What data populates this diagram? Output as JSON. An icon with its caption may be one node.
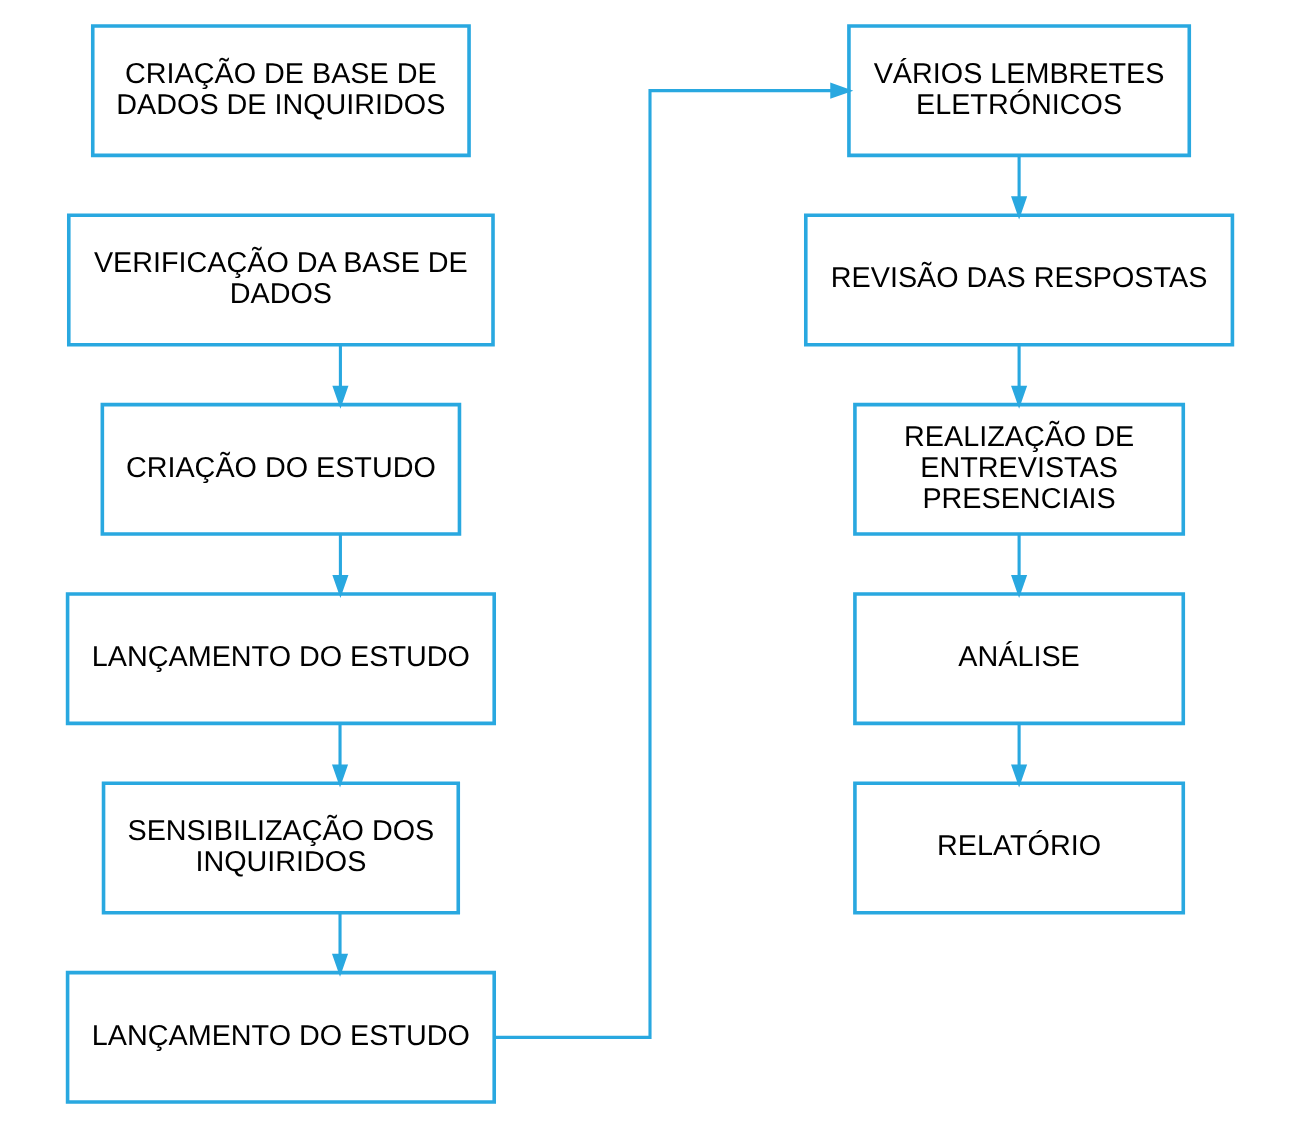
{
  "diagram": {
    "nodes": [
      {
        "text": [
          "CRIAÇÃO DE BASE DE DADOS DE INQUIRIDOS"
        ]
      },
      {
        "text": [
          "VERIFICAÇÃO DA BASE DE DADOS"
        ]
      },
      {
        "text": [
          "CRIAÇÃO DO ESTUDO"
        ]
      },
      {
        "text": [
          "LANÇAMENTO DO ESTUDO"
        ]
      },
      {
        "text": [
          "SENSIBILIZAÇÃO DOS INQUIRIDOS"
        ]
      },
      {
        "text": [
          "LANÇAMENTO DO ESTUDO"
        ]
      },
      {
        "text": [
          "VÁRIOS LEMBRETES ELETRÓNICOS"
        ]
      },
      {
        "text": [
          "REVISÃO DAS RESPOSTAS"
        ]
      },
      {
        "text": [
          "REALIZAÇÃO DE ENTREVISTAS PRESENCIAIS"
        ]
      },
      {
        "text": [
          "ANÁLISE"
        ]
      },
      {
        "text": [
          "RELATÓRIO"
        ]
      }
    ],
    "edges": [
      {
        "from": 1,
        "to": 2,
        "arrow": "to"
      },
      {
        "from": 2,
        "to": 3,
        "arrow": "to"
      },
      {
        "from": 3,
        "to": 4,
        "arrow": "to"
      },
      {
        "from": 4,
        "to": 5,
        "arrow": "to"
      },
      {
        "from": 5,
        "to": 6,
        "arrow": "to"
      },
      {
        "from": 6,
        "to": 7,
        "arrow": "to"
      },
      {
        "from": 7,
        "to": 8,
        "arrow": "to"
      },
      {
        "from": 8,
        "to": 9,
        "arrow": "to"
      },
      {
        "from": 9,
        "to": 10,
        "arrow": "to"
      }
    ]
  }
}
